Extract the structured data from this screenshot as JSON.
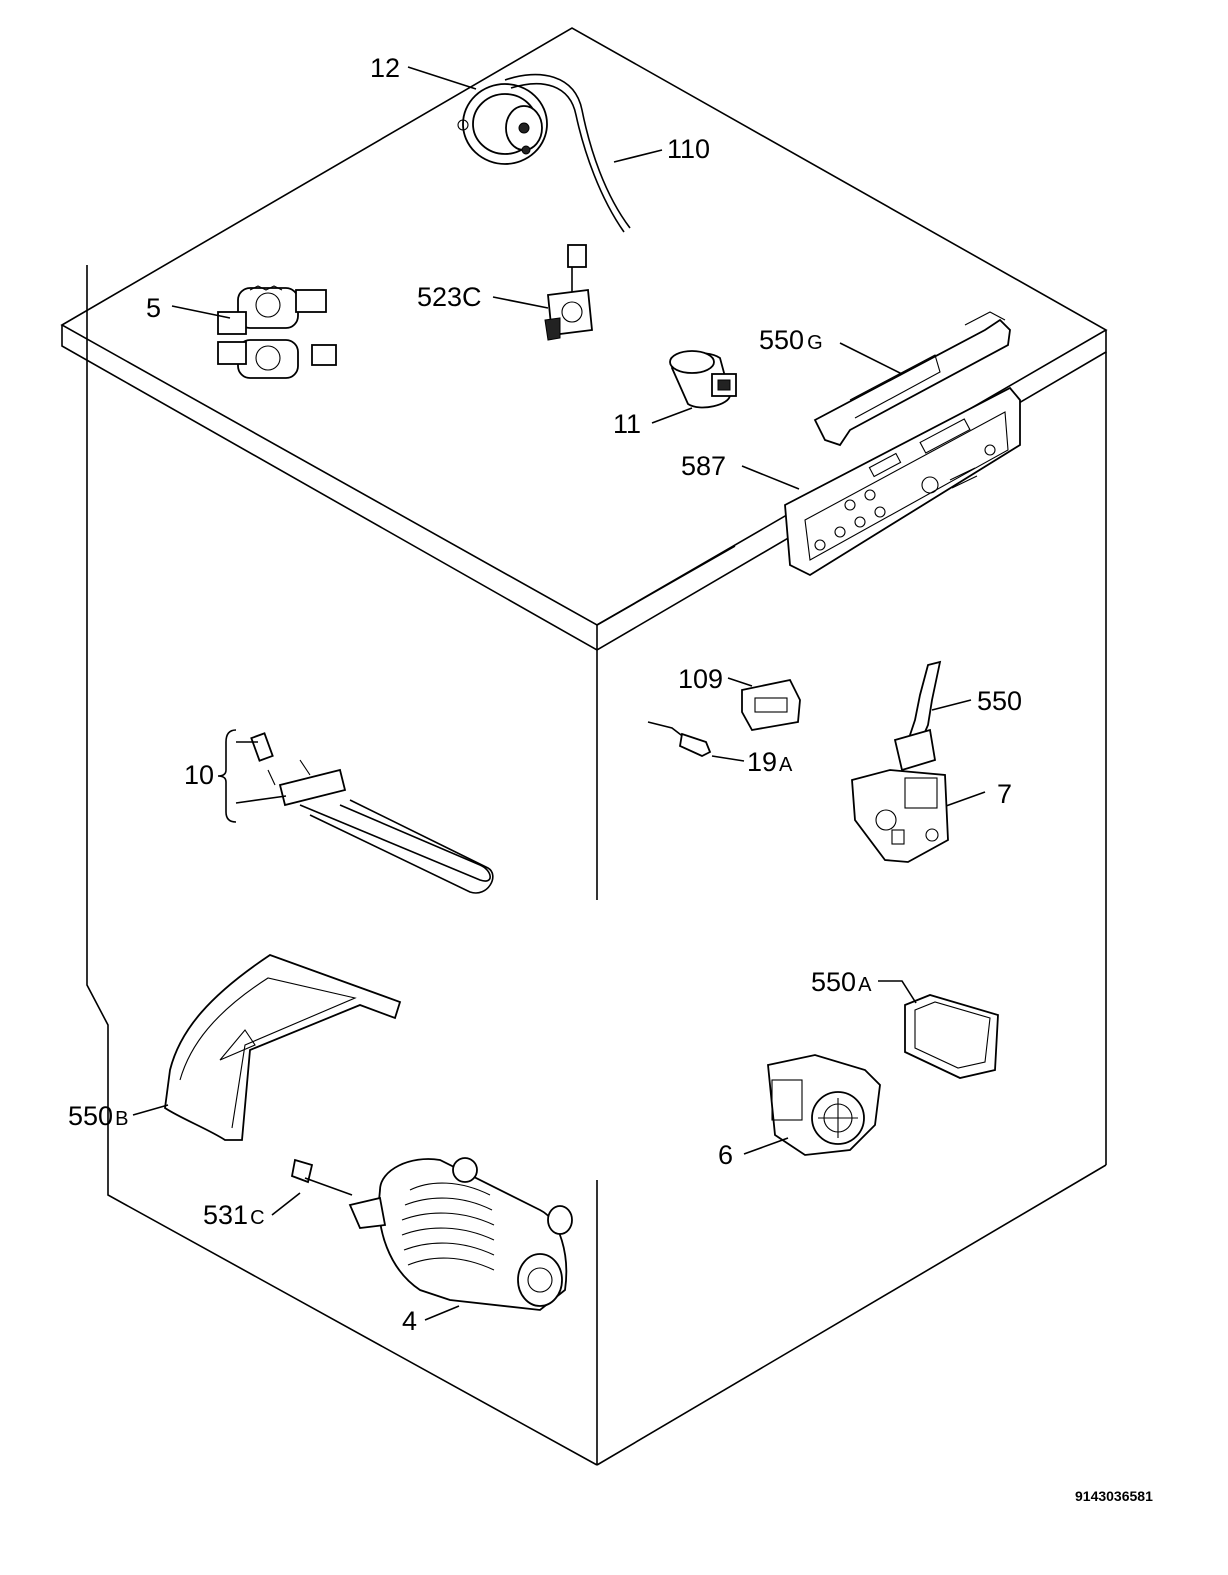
{
  "labels": {
    "p12": "12",
    "p110": "110",
    "p5": "5",
    "p523c": "523C",
    "p550g_num": "550",
    "p550g_suf": "G",
    "p11": "11",
    "p587": "587",
    "p109": "109",
    "p550": "550",
    "p19a_num": "19",
    "p19a_suf": "A",
    "p10": "10",
    "p7": "7",
    "p550a_num": "550",
    "p550a_suf": "A",
    "p550b_num": "550",
    "p550b_suf": "B",
    "p6": "6",
    "p531c_num": "531",
    "p531c_suf": "C",
    "p4": "4"
  },
  "reference_number": "9143036581",
  "parts": [
    {
      "label": "12",
      "icon": "pressure-switch-icon"
    },
    {
      "label": "110",
      "icon": "hose-icon"
    },
    {
      "label": "5",
      "icon": "inlet-valve-icon"
    },
    {
      "label": "523C",
      "icon": "sensor-icon"
    },
    {
      "label": "550G",
      "icon": "bracket-icon"
    },
    {
      "label": "11",
      "icon": "capacitor-icon"
    },
    {
      "label": "587",
      "icon": "circuit-board-icon"
    },
    {
      "label": "109",
      "icon": "clip-icon"
    },
    {
      "label": "550",
      "icon": "lever-icon"
    },
    {
      "label": "19A",
      "icon": "thermistor-icon"
    },
    {
      "label": "10",
      "icon": "heating-element-icon"
    },
    {
      "label": "7",
      "icon": "door-lock-icon"
    },
    {
      "label": "550A",
      "icon": "cover-icon"
    },
    {
      "label": "550B",
      "icon": "cover-icon"
    },
    {
      "label": "6",
      "icon": "drain-pump-icon"
    },
    {
      "label": "531C",
      "icon": "screw-icon"
    },
    {
      "label": "4",
      "icon": "motor-icon"
    }
  ]
}
